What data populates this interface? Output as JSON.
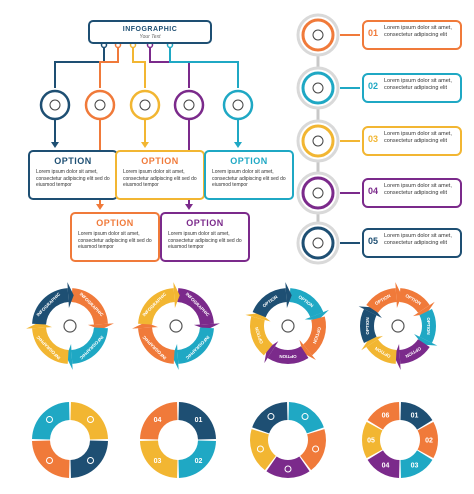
{
  "flowchart": {
    "title": "INFOGRAPHIC",
    "subtitle": "Your Text",
    "colors": [
      "#1e4f73",
      "#f07a3a",
      "#f2b632",
      "#7b2a8b",
      "#1fa8c4"
    ],
    "icons": [
      "lightbulb-icon",
      "people-icon",
      "document-chart-icon",
      "puzzle-icon",
      "money-plant-icon"
    ],
    "options": [
      {
        "heading": "OPTION",
        "text": "Lorem ipsum dolor sit amet, consectetur adipiscing elit sed do eiusmod tempor"
      },
      {
        "heading": "OPTION",
        "text": "Lorem ipsum dolor sit amet, consectetur adipiscing elit sed do eiusmod tempor"
      },
      {
        "heading": "OPTION",
        "text": "Lorem ipsum dolor sit amet, consectetur adipiscing elit sed do eiusmod tempor"
      },
      {
        "heading": "OPTION",
        "text": "Lorem ipsum dolor sit amet, consectetur adipiscing elit sed do eiusmod tempor"
      },
      {
        "heading": "OPTION",
        "text": "Lorem ipsum dolor sit amet, consectetur adipiscing elit sed do eiusmod tempor"
      }
    ]
  },
  "steps": [
    {
      "number": "01",
      "text": "Lorem ipsum dolor sit amet, consectetur adipiscing elit",
      "color": "#f07a3a",
      "icon": "lightbulb-icon"
    },
    {
      "number": "02",
      "text": "Lorem ipsum dolor sit amet, consectetur adipiscing elit",
      "color": "#1fa8c4",
      "icon": "gear-icon"
    },
    {
      "number": "03",
      "text": "Lorem ipsum dolor sit amet, consectetur adipiscing elit",
      "color": "#f2b632",
      "icon": "chess-rook-icon"
    },
    {
      "number": "04",
      "text": "Lorem ipsum dolor sit amet, consectetur adipiscing elit",
      "color": "#7b2a8b",
      "icon": "chat-bubble-icon"
    },
    {
      "number": "05",
      "text": "Lorem ipsum dolor sit amet, consectetur adipiscing elit",
      "color": "#1e4f73",
      "icon": "bar-chart-icon"
    }
  ],
  "cycles": [
    {
      "colors": [
        "#f07a3a",
        "#1fa8c4",
        "#f2b632",
        "#1e4f73"
      ],
      "labels": [
        "INFOGRAPHIC",
        "INFOGRAPHIC",
        "INFOGRAPHIC",
        "INFOGRAPHIC"
      ],
      "center_icon": "bar-chart-icon"
    },
    {
      "colors": [
        "#7b2a8b",
        "#1fa8c4",
        "#f07a3a",
        "#f2b632"
      ],
      "labels": [
        "INFOGRAPHIC",
        "INFOGRAPHIC",
        "INFOGRAPHIC",
        "INFOGRAPHIC"
      ],
      "center_icon": "head-gears-icon"
    },
    {
      "colors": [
        "#1fa8c4",
        "#f07a3a",
        "#7b2a8b",
        "#f2b632",
        "#1e4f73"
      ],
      "labels": [
        "OPTION",
        "OPTION",
        "OPTION",
        "OPTION",
        "OPTION"
      ],
      "center_icon": "lightbulb-icon"
    },
    {
      "colors": [
        "#f07a3a",
        "#1fa8c4",
        "#7b2a8b",
        "#f2b632",
        "#1e4f73",
        "#f07a3a"
      ],
      "labels": [
        "OPTION",
        "OPTION",
        "OPTION",
        "OPTION",
        "OPTION",
        "OPTION"
      ],
      "center_icon": "head-gears-icon"
    }
  ],
  "donuts": [
    {
      "colors": [
        "#f2b632",
        "#1e4f73",
        "#f07a3a",
        "#1fa8c4"
      ],
      "numbers": []
    },
    {
      "colors": [
        "#1e4f73",
        "#1fa8c4",
        "#f2b632",
        "#f07a3a"
      ],
      "numbers": [
        "01",
        "02",
        "03",
        "04"
      ]
    },
    {
      "colors": [
        "#1fa8c4",
        "#f07a3a",
        "#7b2a8b",
        "#f2b632",
        "#1e4f73"
      ],
      "numbers": []
    },
    {
      "colors": [
        "#1e4f73",
        "#f07a3a",
        "#1fa8c4",
        "#7b2a8b",
        "#f2b632",
        "#f07a3a"
      ],
      "numbers": [
        "01",
        "02",
        "03",
        "04",
        "05",
        "06"
      ]
    }
  ]
}
